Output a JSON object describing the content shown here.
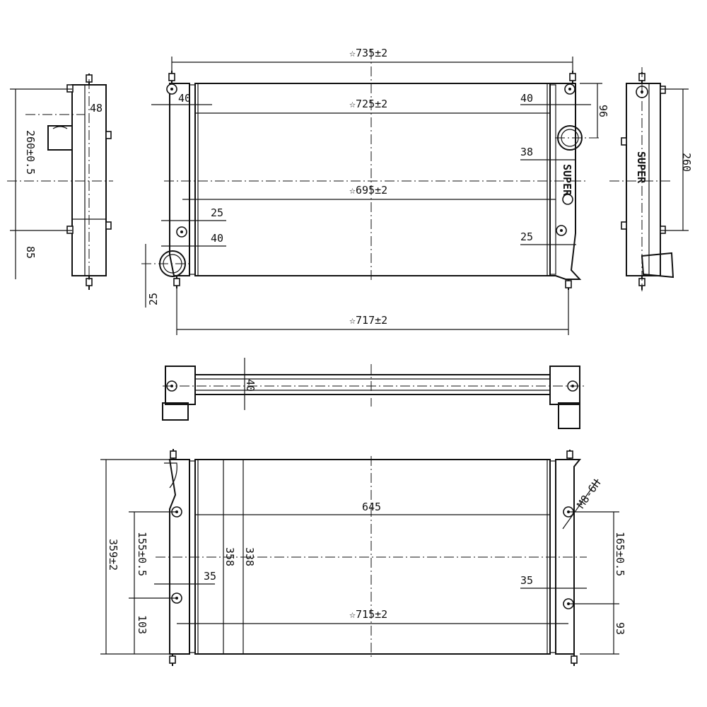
{
  "dimensions": {
    "top_overall_width": "☆735±2",
    "top_core_width": "☆725±2",
    "top_inner_width": "☆695±2",
    "top_bottom_width": "☆717±2",
    "top_left_40_a": "40",
    "top_left_25": "25",
    "top_left_40_b": "40",
    "top_left_25_v": "25",
    "top_right_40": "40",
    "top_right_38": "38",
    "top_right_25": "25",
    "top_right_96": "96",
    "left_side_48": "48",
    "left_side_260": "260±0.5",
    "left_side_85": "85",
    "right_side_260": "260",
    "middle_40": "40",
    "bottom_645": "645",
    "bottom_715": "☆715±2",
    "bottom_359": "359±2",
    "bottom_358": "358",
    "bottom_338": "338",
    "bottom_155": "155±0.5",
    "bottom_103": "103",
    "bottom_left_35": "35",
    "bottom_right_35": "35",
    "bottom_165": "165±0.5",
    "bottom_93": "93",
    "bottom_thread": "M8-6H"
  },
  "marks": {
    "brand_stamp": "SUPER"
  }
}
